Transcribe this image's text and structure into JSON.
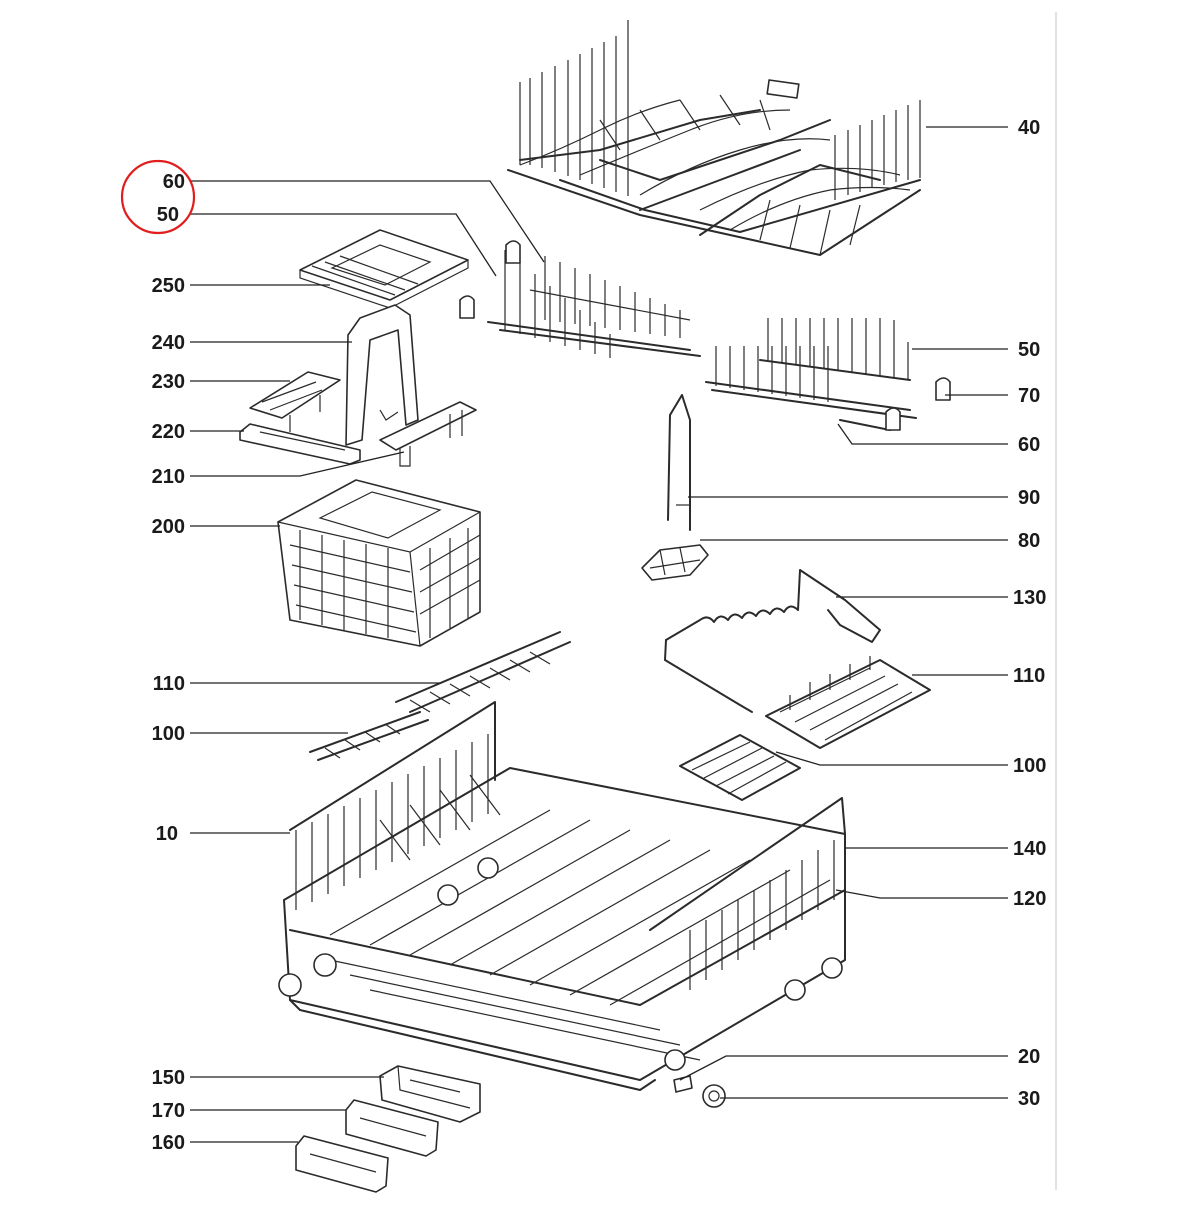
{
  "colors": {
    "highlight": "#e01e1e",
    "line": "#222222",
    "background": "#ffffff"
  },
  "highlight": {
    "shape": "circle",
    "labels": [
      "60",
      "50"
    ]
  },
  "callouts": {
    "c60a": "60",
    "c50a": "50",
    "c250": "250",
    "c240": "240",
    "c230": "230",
    "c220": "220",
    "c210": "210",
    "c200": "200",
    "c110a": "110",
    "c100a": "100",
    "c10": "10",
    "c150": "150",
    "c170": "170",
    "c160": "160",
    "c40": "40",
    "c50b": "50",
    "c70": "70",
    "c60b": "60",
    "c90": "90",
    "c80": "80",
    "c130": "130",
    "c110b": "110",
    "c100b": "100",
    "c140": "140",
    "c120": "120",
    "c20": "20",
    "c30": "30"
  }
}
